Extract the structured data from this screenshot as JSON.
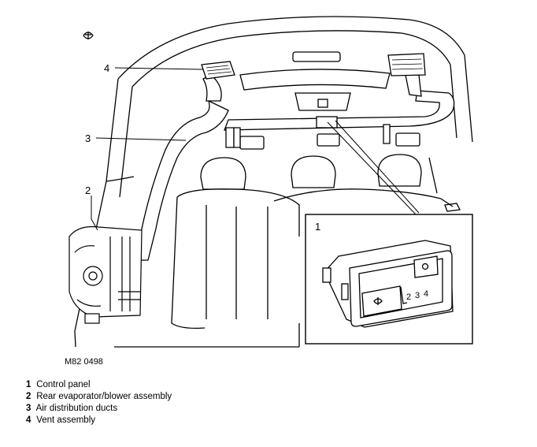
{
  "figure_id": "M82 0498",
  "callouts": {
    "c1": "1",
    "c2": "2",
    "c3": "3",
    "c4": "4"
  },
  "inset": {
    "label": "1",
    "switch_positions": [
      "2",
      "3",
      "4"
    ]
  },
  "legend": [
    {
      "num": "1",
      "text": "Control panel"
    },
    {
      "num": "2",
      "text": "Rear evaporator/blower assembly"
    },
    {
      "num": "3",
      "text": "Air distribution ducts"
    },
    {
      "num": "4",
      "text": "Vent assembly"
    }
  ]
}
